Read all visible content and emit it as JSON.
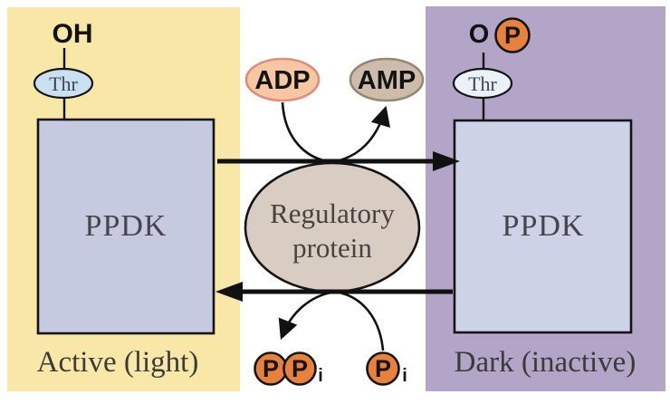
{
  "title": "PPDK light/dark phosphoregulation diagram",
  "left_panel": {
    "hydroxyl_label": "OH",
    "residue_label": "Thr",
    "enzyme_label": "PPDK",
    "caption": "Active (light)"
  },
  "right_panel": {
    "oxygen_label": "O",
    "phosphate_label": "P",
    "residue_label": "Thr",
    "enzyme_label": "PPDK",
    "caption": "Dark (inactive)"
  },
  "center": {
    "regulator_label_line1": "Regulatory",
    "regulator_label_line2": "protein",
    "adp_label": "ADP",
    "amp_label": "AMP",
    "ppi_first_label": "P",
    "ppi_second_label": "P",
    "ppi_subscript": "i",
    "pi_label": "P",
    "pi_subscript": "i"
  },
  "colors": {
    "light_panel_bg": "#f8e7a6",
    "dark_panel_bg": "#b2a5c8",
    "enzyme_box_fill_left": "#c6cae1",
    "enzyme_box_fill_right": "#ced2e6",
    "thr_oval_fill_left": "#cbdff2",
    "thr_oval_fill_right": "#eaf2f8",
    "adp_fill": "#f7c7a3",
    "adp_stroke": "#dd8d7d",
    "amp_fill": "#cdbcab",
    "amp_stroke": "#97876f",
    "regulator_fill": "#d9ccc3",
    "phosphate_fill": "#e8813b",
    "arrow_color": "#111111"
  }
}
